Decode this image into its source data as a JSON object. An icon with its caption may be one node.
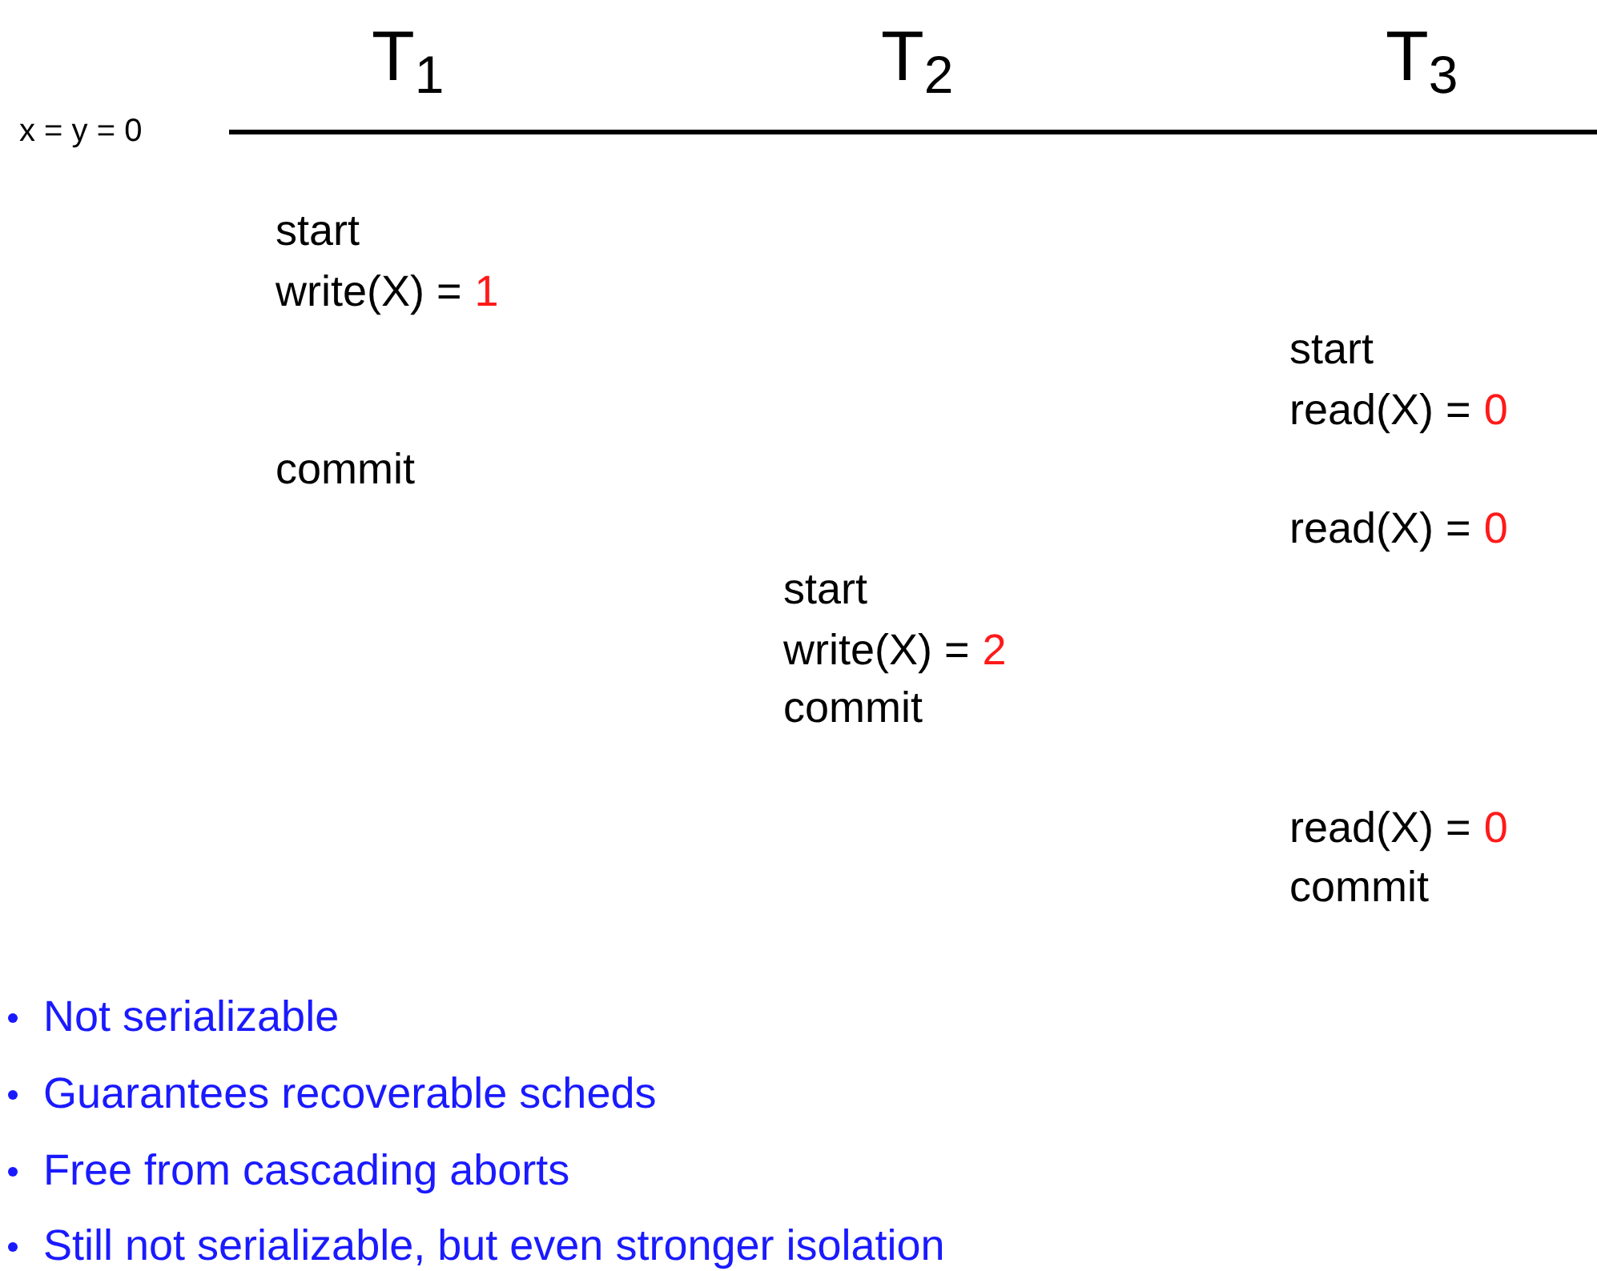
{
  "diagram": {
    "labels": [
      "x = y = 0",
      "T$_{1}$",
      "T$_{2}$",
      "T$_{3}$",
      "start",
      "write(X) =",
      "1",
      "start",
      "read(X) =",
      "0",
      "commit",
      "read(X) =",
      "0",
      "start",
      "write(X) =",
      "2",
      "commit",
      "read(X) =",
      "0",
      "commit",
      "Not serializable",
      "Guarantees recoverable scheds",
      "Free from cascading aborts",
      "Still not serializable, but even stronger isolation"
    ]
  }
}
